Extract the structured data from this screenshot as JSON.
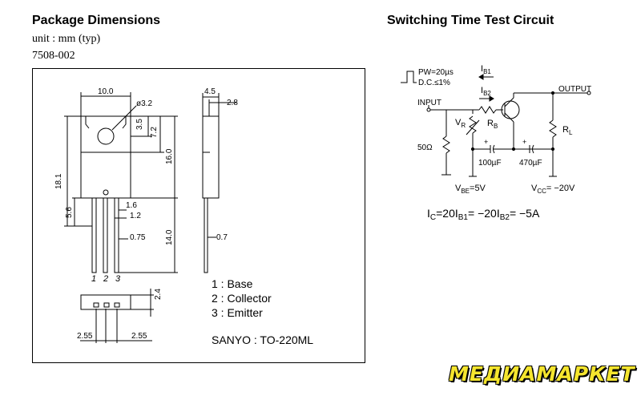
{
  "package": {
    "title": "Package Dimensions",
    "unit": "unit : mm (typ)",
    "code": "7508-002",
    "dims": {
      "w10": "10.0",
      "hole": "ø3.2",
      "d35": "3.5",
      "d72": "7.2",
      "d16": "16.0",
      "d181": "18.1",
      "d56": "5.6",
      "d16b": "1.6",
      "d12": "1.2",
      "d075": "0.75",
      "d14": "14.0",
      "d45": "4.5",
      "d28": "2.8",
      "d07": "0.7",
      "d24": "2.4",
      "d255a": "2.55",
      "d255b": "2.55"
    },
    "pin_nums": [
      "1",
      "2",
      "3"
    ],
    "pins": [
      "1 : Base",
      "2 : Collector",
      "3 : Emitter"
    ],
    "brand": "SANYO : TO-220ML"
  },
  "circuit": {
    "title": "Switching Time Test Circuit",
    "pw": "PW=20µs",
    "dc": "D.C.≤1%",
    "ib1": "I",
    "ib1_sub": "B1",
    "ib2": "I",
    "ib2_sub": "B2",
    "input": "INPUT",
    "output": "OUTPUT",
    "vr": "V",
    "vr_sub": "R",
    "rb": "R",
    "rb_sub": "B",
    "rl": "R",
    "rl_sub": "L",
    "r50": "50Ω",
    "plus1": "+",
    "plus2": "+",
    "c100": "100µF",
    "c470": "470µF",
    "vbe": "V",
    "vbe_sub": "BE",
    "vbe_val": "=5V",
    "vcc": "V",
    "vcc_sub": "CC",
    "vcc_val": "= −20V",
    "eq": {
      "p1": "I",
      "s1": "C",
      "p2": "=20I",
      "s2": "B1",
      "p3": "= −20I",
      "s3": "B2",
      "p4": "= −5A"
    }
  },
  "watermark": "МЕДИАМАРКЕТ"
}
